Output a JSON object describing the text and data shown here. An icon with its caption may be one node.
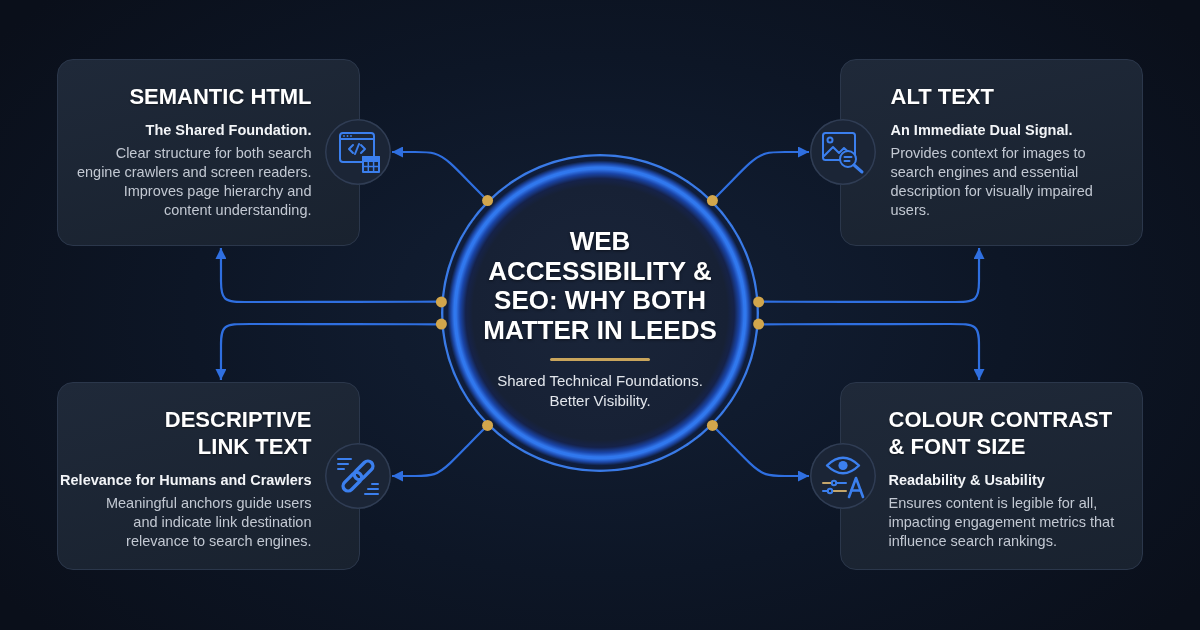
{
  "diagram": {
    "nodes": [
      {
        "text": [
          "WEB ACCESSIBILITY & SEO: WHY BOTH MATTER IN LEEDS",
          "Shared Technical Foundations. Better Visibility."
        ]
      },
      {
        "text": [
          "SEMANTIC HTML",
          "The Shared Foundation.",
          "Clear structure for both search engine crawlers and screen readers. Improves page hierarchy and content understanding."
        ]
      },
      {
        "text": [],
        "shape": "circle"
      },
      {
        "text": [
          "ALT TEXT",
          "An Immediate Dual Signal.",
          "Provides context for images to search engines and essential description for visually impaired users."
        ]
      },
      {
        "text": [],
        "shape": "circle"
      },
      {
        "text": [
          "DESCRIPTIVE LINK TEXT",
          "Relevance for Humans and Crawlers",
          "Meaningful anchors guide users and indicate link destination relevance to search engines."
        ]
      },
      {
        "text": [],
        "shape": "circle"
      },
      {
        "text": [
          "COLOUR CONTRAST & FONT SIZE",
          "Readability & Usability",
          "Ensures content is legible for all, impacting engagement metrics that influence search rankings."
        ]
      },
      {
        "text": [],
        "shape": "circle"
      }
    ],
    "edges": [
      {
        "from": 0,
        "to": 2,
        "arrow": "to"
      },
      {
        "from": 0,
        "to": 1,
        "arrow": "to"
      },
      {
        "from": 0,
        "to": 5,
        "arrow": "to"
      },
      {
        "from": 0,
        "to": 6,
        "arrow": "to"
      },
      {
        "from": 0,
        "to": 4,
        "arrow": "to"
      },
      {
        "from": 0,
        "to": 3,
        "arrow": "to"
      },
      {
        "from": 0,
        "to": 7,
        "arrow": "to"
      },
      {
        "from": 0,
        "to": 8,
        "arrow": "to"
      }
    ]
  }
}
